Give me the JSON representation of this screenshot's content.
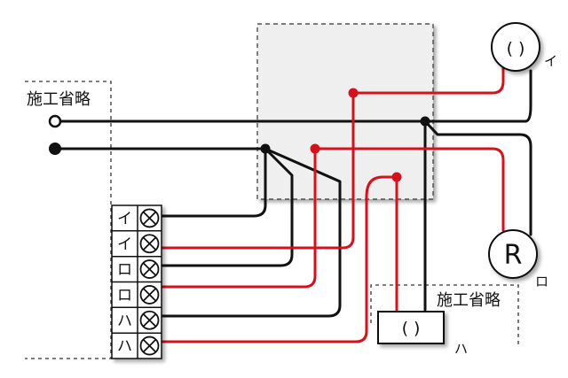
{
  "labels": {
    "omit_left": "施工省略",
    "omit_bottom": "施工省略",
    "lamp_i_symbol": "( )",
    "lamp_i_tag": "イ",
    "lamp_ro_symbol": "R",
    "lamp_ro_tag": "ロ",
    "lamp_ha_symbol": "( )",
    "lamp_ha_tag": "ハ"
  },
  "terminals": [
    "イ",
    "イ",
    "ロ",
    "ロ",
    "ハ",
    "ハ"
  ],
  "colors": {
    "black_wire": "#111111",
    "red_wire": "#d4121e",
    "junction_box_fill": "#efefef",
    "omitted_border": "#333333"
  }
}
